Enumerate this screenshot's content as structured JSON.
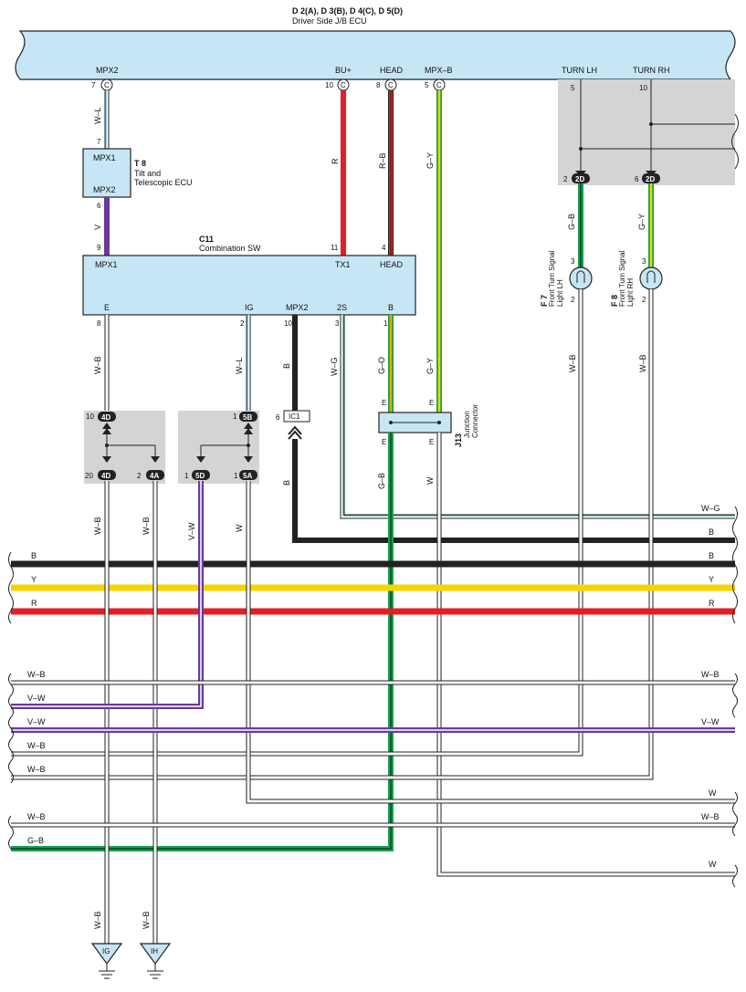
{
  "header": {
    "title": "D 2(A), D 3(B), D 4(C), D 5(D)",
    "subtitle": "Driver Side J/B ECU"
  },
  "jb": {
    "labels": [
      "MPX2",
      "BU+",
      "HEAD",
      "MPX–B",
      "TURN LH",
      "TURN RH"
    ],
    "pins": [
      "7",
      "10",
      "8",
      "5",
      "5",
      "10"
    ],
    "conn": "C"
  },
  "t8": {
    "id": "T 8",
    "name1": "Tilt and",
    "name2": "Telescopic ECU",
    "mpx1": "MPX1",
    "mpx2": "MPX2",
    "pin_top": "7",
    "pin_bot": "6"
  },
  "c11": {
    "id": "C11",
    "name": "Combination SW",
    "top_labels": [
      "MPX1",
      "TX1",
      "HEAD"
    ],
    "top_pins": [
      "9",
      "11",
      "4"
    ],
    "bottom_labels": [
      "E",
      "IG",
      "MPX2",
      "2S",
      "B"
    ],
    "bottom_pins": [
      "8",
      "2",
      "10",
      "3",
      "1"
    ]
  },
  "wires": {
    "wl": "W–L",
    "v": "V",
    "r": "R",
    "rb": "R–B",
    "gy": "G–Y",
    "gb": "G–B",
    "wb": "W–B",
    "b": "B",
    "wg": "W–G",
    "go": "G–O",
    "w": "W",
    "vw": "V–W",
    "y": "Y"
  },
  "turn_connectors": {
    "lh_pin": "2",
    "rh_pin": "6",
    "code": "2D"
  },
  "f7": {
    "id": "F 7",
    "name1": "Front Turn Signal",
    "name2": "Light LH",
    "pin_top": "3",
    "pin_bot": "2"
  },
  "f8": {
    "id": "F 8",
    "name1": "Front Turn Signal",
    "name2": "Light RH",
    "pin_top": "3",
    "pin_bot": "2"
  },
  "jb_connectors": {
    "c4d_top": "4D",
    "c4d_top_pin": "10",
    "c4d_bot": "4D",
    "c4d_bot_pin": "20",
    "c4a": "4A",
    "c4a_pin": "2",
    "c5b": "5B",
    "c5b_pin": "1",
    "c5d": "5D",
    "c5d_pin": "1",
    "c5a": "5A",
    "c5a_pin": "1",
    "ic1": "IC1",
    "ic1_pin": "6"
  },
  "j13": {
    "id": "J13",
    "name1": "Junction",
    "name2": "Connector",
    "pin": "E"
  },
  "grounds": [
    "IG",
    "IH"
  ]
}
